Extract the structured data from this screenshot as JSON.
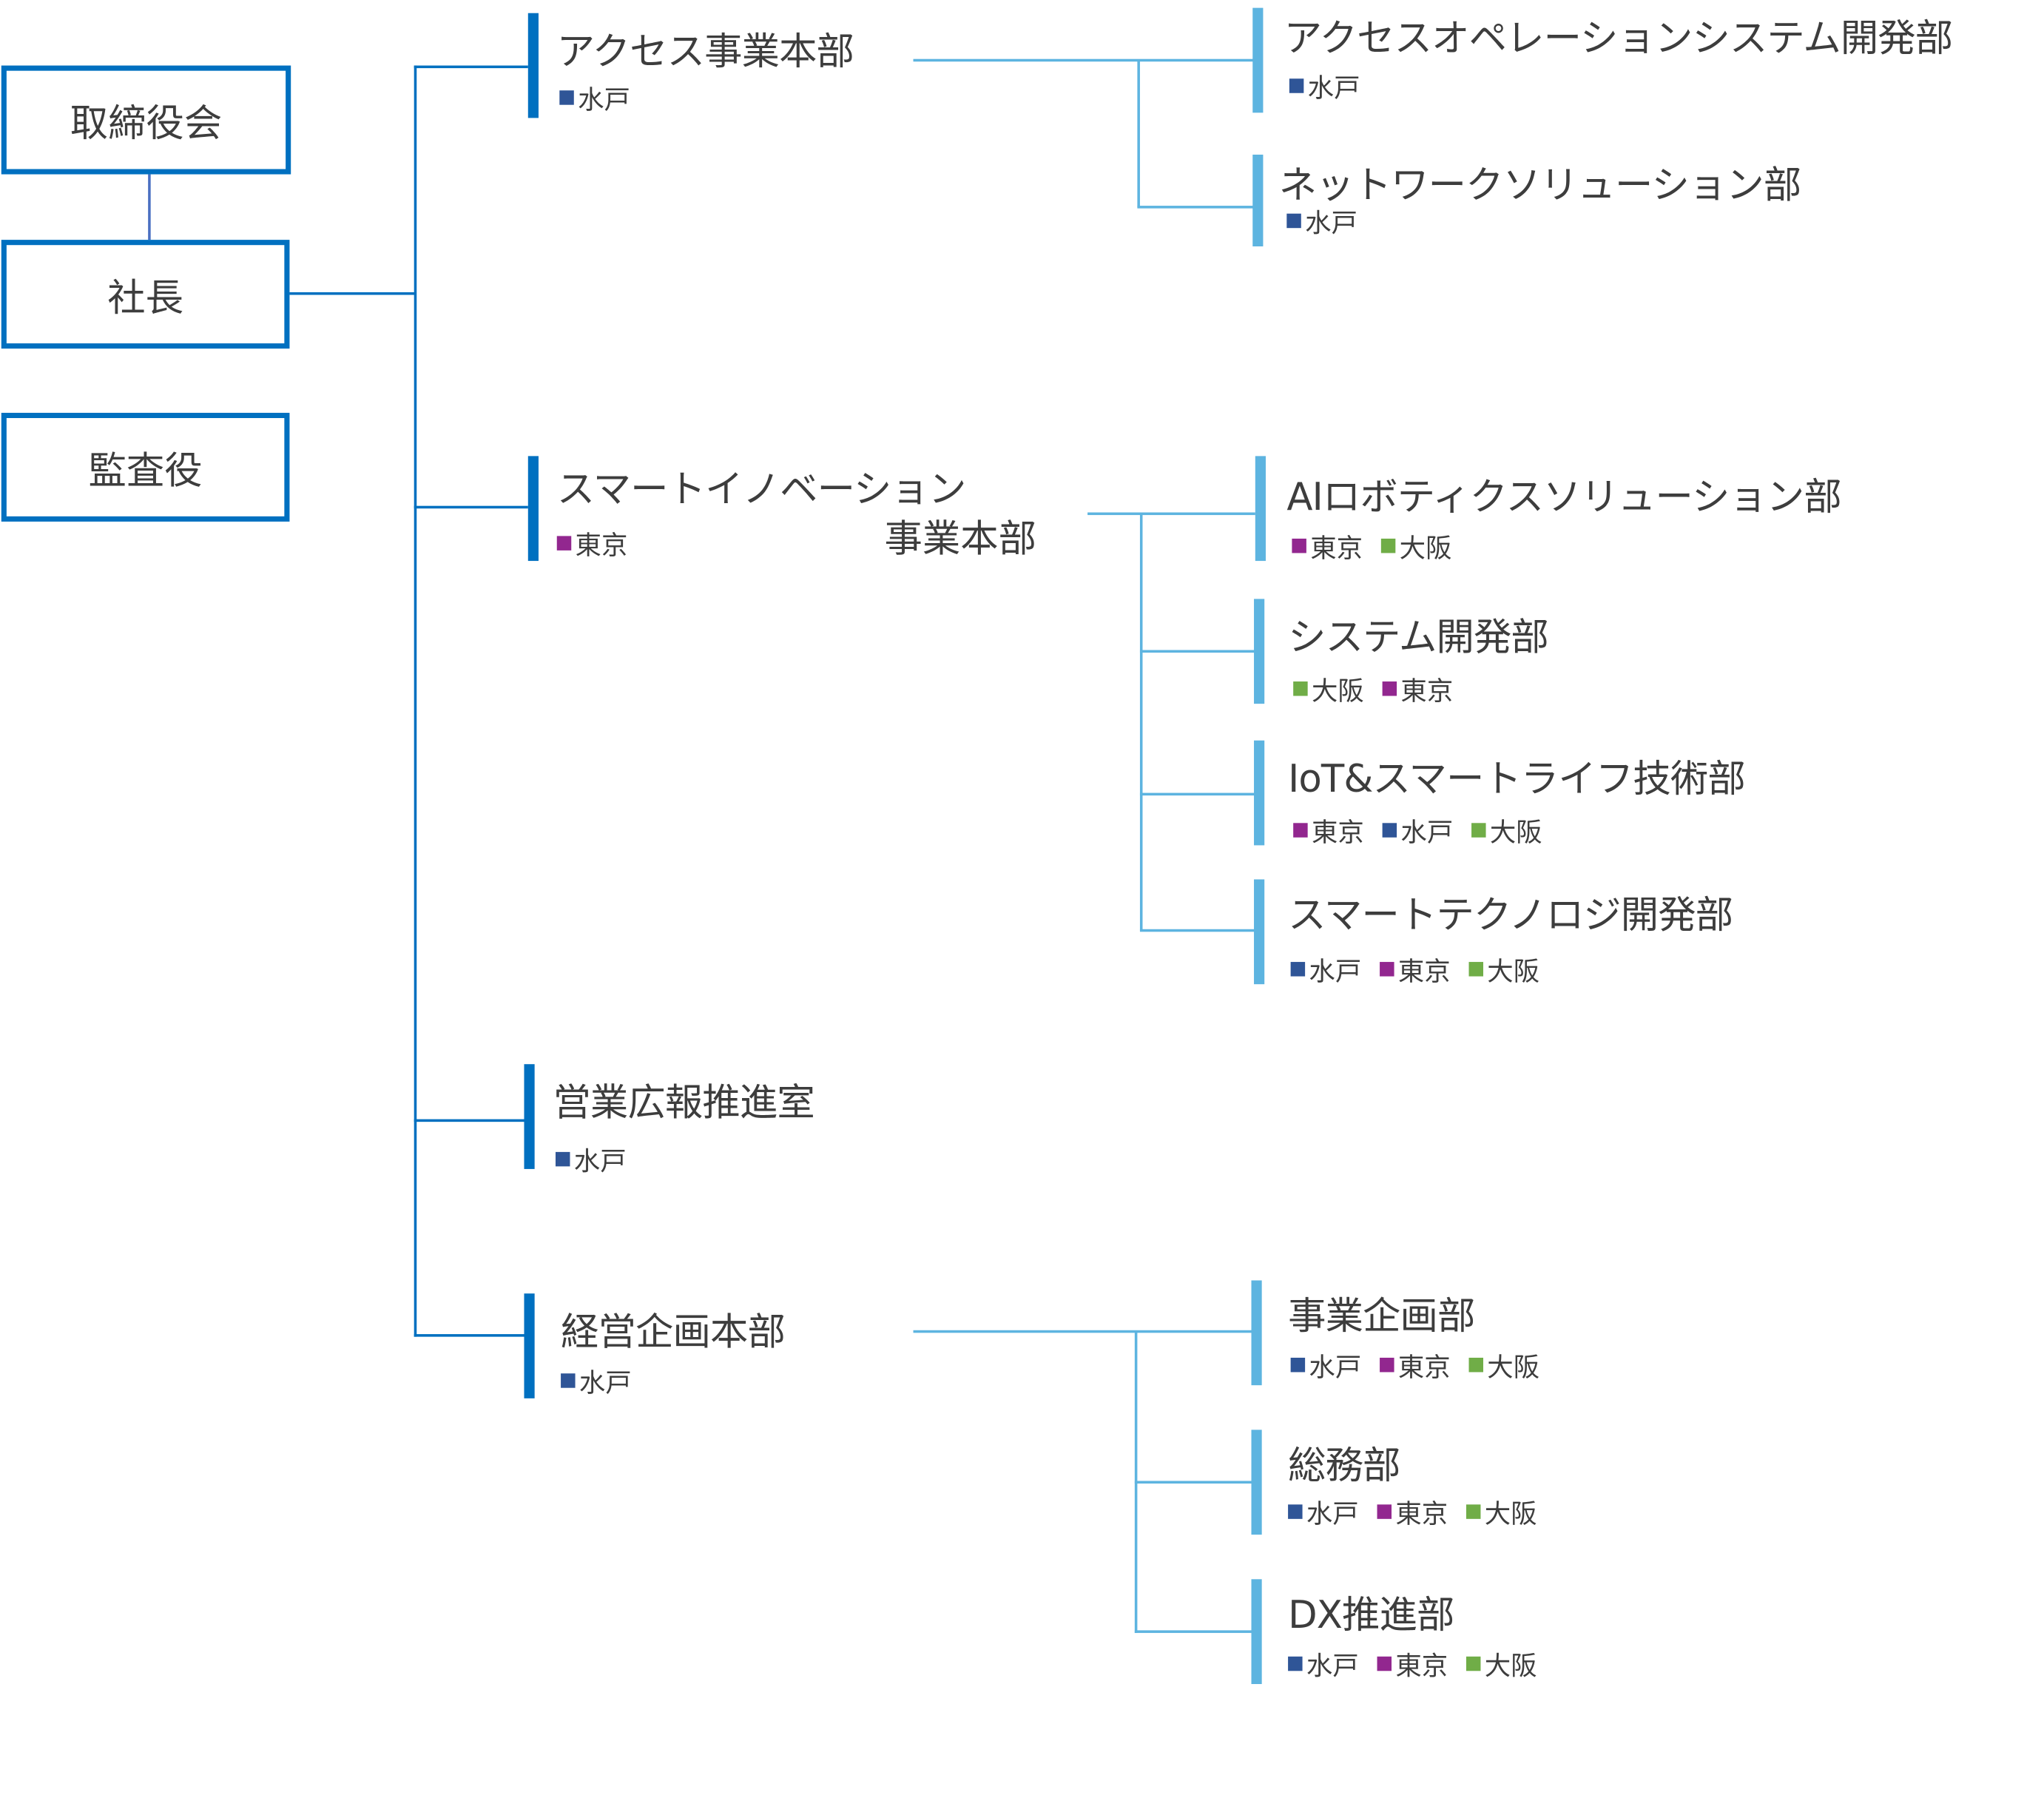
{
  "colors": {
    "division_bar": "#0070c0",
    "department_bar": "#5db4e0",
    "location": {
      "水戸": "#2f5597",
      "東京": "#92278f",
      "大阪": "#70ad47"
    }
  },
  "executives": {
    "board": "取締役会",
    "president": "社長",
    "auditor": "監査役"
  },
  "divisions": [
    {
      "name": "アクセス事業本部",
      "locations": [
        "水戸"
      ],
      "departments": [
        {
          "name": "アクセスオペレーションシステム開発部",
          "locations": [
            "水戸"
          ]
        },
        {
          "name": "ネットワークソリューション部",
          "locations": [
            "水戸"
          ]
        }
      ]
    },
    {
      "name": "スマートイノベーション",
      "name_line2": "事業本部",
      "locations": [
        "東京"
      ],
      "departments": [
        {
          "name": "AIロボティクスソリューション部",
          "locations": [
            "東京",
            "大阪"
          ]
        },
        {
          "name": "システム開発部",
          "locations": [
            "大阪",
            "東京"
          ]
        },
        {
          "name": "IoT&スマートライフ技術部",
          "locations": [
            "東京",
            "水戸",
            "大阪"
          ]
        },
        {
          "name": "スマートテクノロジ開発部",
          "locations": [
            "水戸",
            "東京",
            "大阪"
          ]
        }
      ]
    },
    {
      "name": "営業広報推進室",
      "locations": [
        "水戸"
      ],
      "departments": []
    },
    {
      "name": "経営企画本部",
      "locations": [
        "水戸"
      ],
      "departments": [
        {
          "name": "事業企画部",
          "locations": [
            "水戸",
            "東京",
            "大阪"
          ]
        },
        {
          "name": "総務部",
          "locations": [
            "水戸",
            "東京",
            "大阪"
          ]
        },
        {
          "name": "DX推進部",
          "locations": [
            "水戸",
            "東京",
            "大阪"
          ]
        }
      ]
    }
  ]
}
